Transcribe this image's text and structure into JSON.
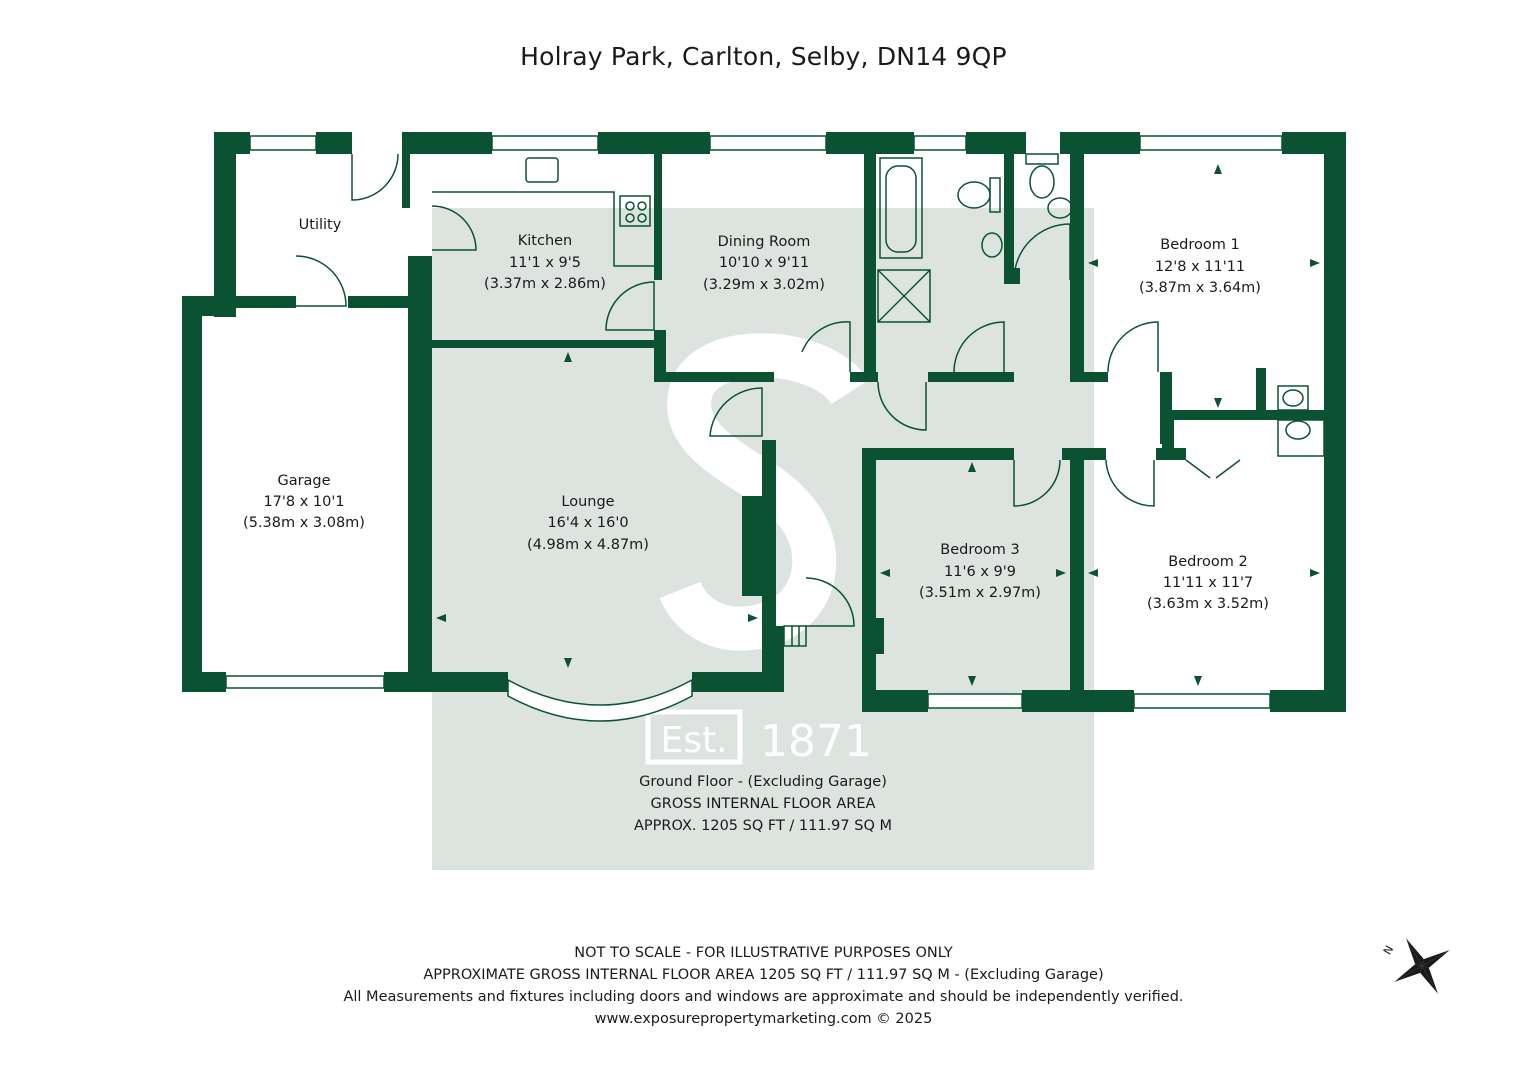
{
  "title": "Holray Park, Carlton, Selby, DN14 9QP",
  "colors": {
    "wall": "#0b5233",
    "shade": "#dde3df",
    "watermark": "#ffffff",
    "line": "#0b5233"
  },
  "rooms": {
    "utility": {
      "name": "Utility"
    },
    "kitchen": {
      "name": "Kitchen",
      "imperial": "11'1 x 9'5",
      "metric": "(3.37m x 2.86m)"
    },
    "dining": {
      "name": "Dining Room",
      "imperial": "10'10 x 9'11",
      "metric": "(3.29m x 3.02m)"
    },
    "bedroom1": {
      "name": "Bedroom 1",
      "imperial": "12'8 x 11'11",
      "metric": "(3.87m x 3.64m)"
    },
    "garage": {
      "name": "Garage",
      "imperial": "17'8 x 10'1",
      "metric": "(5.38m x 3.08m)"
    },
    "lounge": {
      "name": "Lounge",
      "imperial": "16'4 x 16'0",
      "metric": "(4.98m x 4.87m)"
    },
    "bedroom3": {
      "name": "Bedroom 3",
      "imperial": "11'6 x 9'9",
      "metric": "(3.51m x 2.97m)"
    },
    "bedroom2": {
      "name": "Bedroom 2",
      "imperial": "11'11 x 11'7",
      "metric": "(3.63m x 3.52m)"
    }
  },
  "watermark": {
    "est": "Est.",
    "year": "1871"
  },
  "area_summary": {
    "line1": "Ground Floor - (Excluding Garage)",
    "line2": "GROSS INTERNAL FLOOR AREA",
    "line3": "APPROX. 1205 SQ FT / 111.97 SQ M"
  },
  "footer": {
    "line1": "NOT TO SCALE - FOR ILLUSTRATIVE PURPOSES ONLY",
    "line2": "APPROXIMATE GROSS INTERNAL FLOOR AREA 1205 SQ FT / 111.97 SQ M - (Excluding Garage)",
    "line3": "All Measurements and fixtures including doors and windows are approximate and should be independently verified.",
    "line4": "www.exposurepropertymarketing.com © 2025"
  },
  "compass": {
    "icon": "compass-icon",
    "north_label": "N"
  }
}
